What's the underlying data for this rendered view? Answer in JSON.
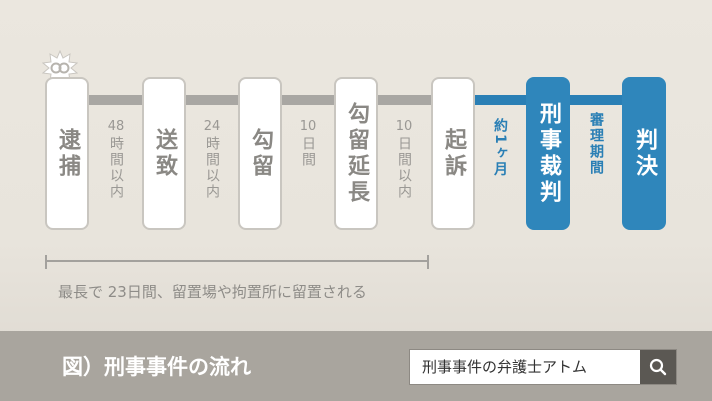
{
  "stages": [
    {
      "label": "逮捕",
      "style": "white"
    },
    {
      "label": "送致",
      "style": "white"
    },
    {
      "label": "勾留",
      "style": "white"
    },
    {
      "label": "勾留延長",
      "style": "white"
    },
    {
      "label": "起訴",
      "style": "white"
    },
    {
      "label": "刑事裁判",
      "style": "blue"
    },
    {
      "label": "判決",
      "style": "blue"
    }
  ],
  "durations": [
    {
      "num": "48",
      "text": "時間以内",
      "style": "gray"
    },
    {
      "num": "24",
      "text": "時間以内",
      "style": "gray"
    },
    {
      "num": "10",
      "text": "日間",
      "style": "gray"
    },
    {
      "num": "10",
      "text": "日間以内",
      "style": "gray"
    },
    {
      "num": "",
      "text": "約1ヶ月",
      "style": "blue"
    },
    {
      "num": "",
      "text": "審理期間",
      "style": "blue"
    }
  ],
  "note": "最長で 23日間、留置場や拘置所に留置される",
  "footer": {
    "caption": "図）刑事事件の流れ",
    "search_text": "刑事事件の弁護士アトム"
  },
  "colors": {
    "blue": "#2f86bb",
    "gray_line": "#a9a7a3",
    "footer_bg": "#a9a59e"
  }
}
